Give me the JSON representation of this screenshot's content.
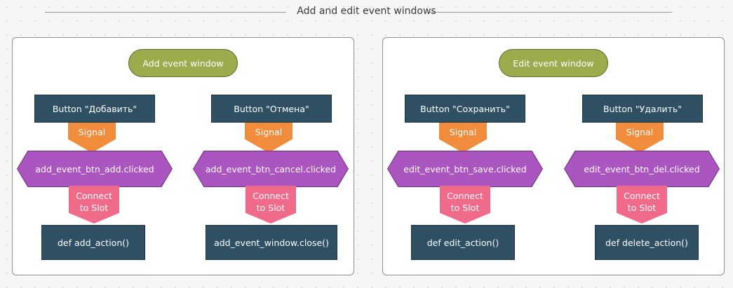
{
  "diagram": {
    "title": "Add and edit event windows",
    "colors": {
      "pill": "#9aac4c",
      "button_node": "#2f4f62",
      "signal": "#f08c3c",
      "event": "#ab55c0",
      "connect": "#f06a8a"
    },
    "panels": [
      {
        "label": "Add event window",
        "columns": [
          {
            "button": "Button \"Добавить\"",
            "signal": "Signal",
            "event": "add_event_btn_add.clicked",
            "connect": [
              "Connect",
              "to Slot"
            ],
            "action": "def add_action()"
          },
          {
            "button": "Button \"Отмена\"",
            "signal": "Signal",
            "event": "add_event_btn_cancel.clicked",
            "connect": [
              "Connect",
              "to Slot"
            ],
            "action": "add_event_window.close()"
          }
        ]
      },
      {
        "label": "Edit event window",
        "columns": [
          {
            "button": "Button \"Сохранить\"",
            "signal": "Signal",
            "event": "edit_event_btn_save.clicked",
            "connect": [
              "Connect",
              "to Slot"
            ],
            "action": "def edit_action()"
          },
          {
            "button": "Button \"Удалить\"",
            "signal": "Signal",
            "event": "edit_event_btn_del.clicked",
            "connect": [
              "Connect",
              "to Slot"
            ],
            "action": "def delete_action()"
          }
        ]
      }
    ]
  }
}
